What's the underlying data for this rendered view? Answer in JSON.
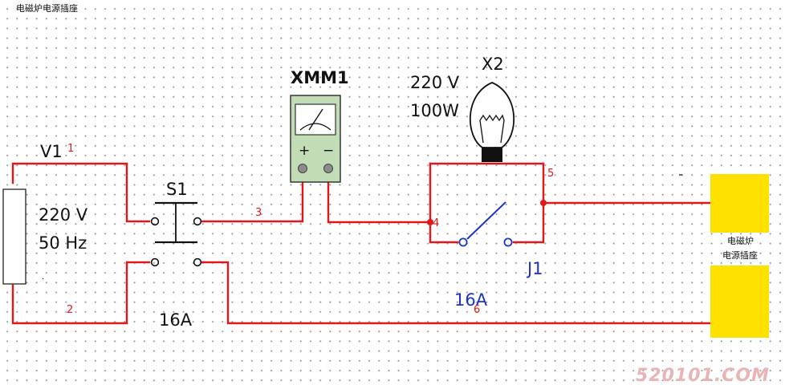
{
  "title": "电磁炉电源插座",
  "source": {
    "ref": "V1",
    "voltage": "220 V",
    "frequency": "50 Hz"
  },
  "switch_s1": {
    "ref": "S1",
    "rating": "16A"
  },
  "meter": {
    "ref": "XMM1",
    "plus": "+",
    "minus": "−"
  },
  "lamp": {
    "ref": "X2",
    "voltage": "220 V",
    "power": "100W"
  },
  "relay": {
    "ref": "J1",
    "rating": "16A"
  },
  "nodes": [
    "1",
    "2",
    "3",
    "4",
    "5",
    "6"
  ],
  "socket": {
    "label_line1": "电磁炉",
    "label_line2": "电源插座"
  },
  "watermark": "520101.COM",
  "colors": {
    "wire": "#e0181c",
    "socket": "#ffe100",
    "meter_body": "#c2ddb6",
    "relay_label": "#1a33c8"
  }
}
